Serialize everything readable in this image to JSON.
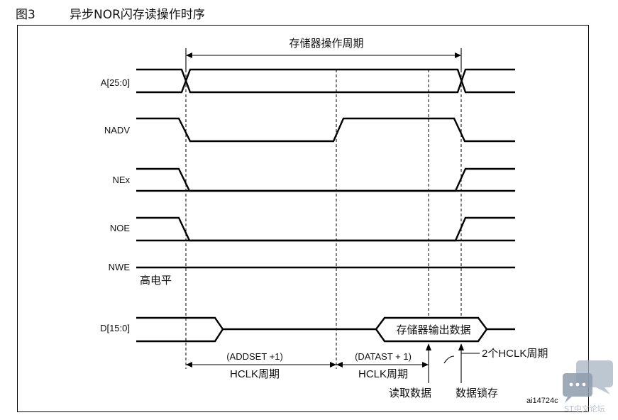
{
  "figure": {
    "label": "图3",
    "title": "异步NOR闪存读操作时序"
  },
  "signals": [
    "A[25:0]",
    "NADV",
    "NEx",
    "NOE",
    "NWE",
    "D[15:0]"
  ],
  "annotations": {
    "memory_cycle": "存储器操作周期",
    "nwe_high": "高电平",
    "data_out": "存储器输出数据",
    "addset": "(ADDSET +1)",
    "addset_unit": "HCLK周期",
    "datast": "(DATAST + 1)",
    "datast_unit": "HCLK周期",
    "two_hclk": "2个HCLK周期",
    "read_data": "读取数据",
    "data_latch": "数据锁存",
    "ref_code": "ai14724c"
  },
  "watermark": "ST中文论坛",
  "colors": {
    "watermark": "#b8c2cc",
    "line": "#000000"
  }
}
